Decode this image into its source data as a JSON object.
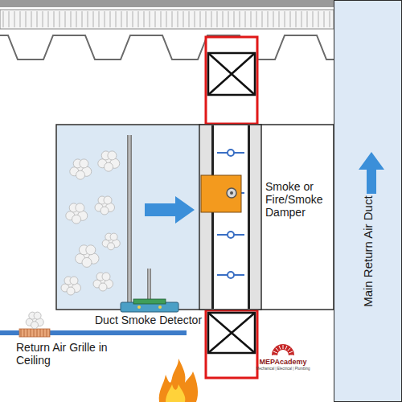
{
  "diagram": {
    "nodes": [
      {
        "text": [
          "Main Return Air Duct"
        ]
      }
    ],
    "labels": [
      "Smoke or Fire/Smoke Damper",
      "Duct Smoke Detector",
      "Return Air Grille in Ceiling",
      "MEPAcademy",
      "Mechanical | Electrical | Plumbing"
    ]
  }
}
